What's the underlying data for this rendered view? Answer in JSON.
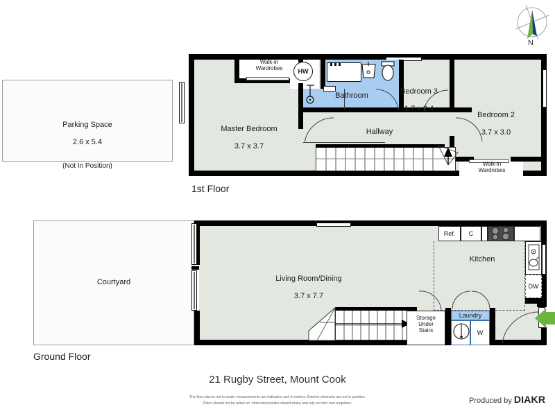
{
  "title": "21 Rugby Street, Mount Cook",
  "disclaimer_line1": "The floor plan is not to scale; measurements are indicative and in metres. Exterior elements are not in position.",
  "disclaimer_line2": "Plans should not be relied on. Interested parties should make and rely on their own enquiries.",
  "produced_by": {
    "prefix": "Produced by",
    "brand": "DIAKR"
  },
  "compass": {
    "label": "N",
    "needle_green": "#6cb33f",
    "needle_navy": "#1b3c6e",
    "ring": "#9aa3ad"
  },
  "colors": {
    "wall": "#000000",
    "floor_fill": "#e2e8e0",
    "bathroom_fill": "#a8cdf0",
    "entry_arrow": "#6cb33f",
    "cooktop": "#4a4a4a"
  },
  "first_floor": {
    "title": "1st Floor",
    "rooms": [
      {
        "name": "Master Bedroom",
        "dims": "3.7 x 3.7"
      },
      {
        "name": "Bathroom",
        "dims": ""
      },
      {
        "name": "Bedroom 3",
        "dims": "1.7 x 2.4"
      },
      {
        "name": "Bedroom 2",
        "dims": "3.7 x 3.0"
      },
      {
        "name": "Hallway",
        "dims": ""
      }
    ],
    "annotations": [
      {
        "name": "Walk-in\nWardrobes"
      },
      {
        "name": "Walk-in\nWardrobes"
      },
      {
        "name": "HW"
      }
    ]
  },
  "ground_floor": {
    "title": "Ground Floor",
    "rooms": [
      {
        "name": "Living Room/Dining",
        "dims": "3.7 x 7.7"
      },
      {
        "name": "Kitchen",
        "dims": ""
      },
      {
        "name": "Laundry",
        "dims": ""
      },
      {
        "name": "Courtyard",
        "dims": ""
      }
    ],
    "appliances": [
      {
        "label": "Ref."
      },
      {
        "label": "C"
      },
      {
        "label": "DW"
      },
      {
        "label": "W"
      }
    ],
    "annotations": [
      {
        "name": "Storage\nUnder\nStairs"
      }
    ]
  },
  "parking": {
    "name": "Parking Space",
    "dims": "2.6 x 5.4",
    "note": "(Not In Position)"
  }
}
